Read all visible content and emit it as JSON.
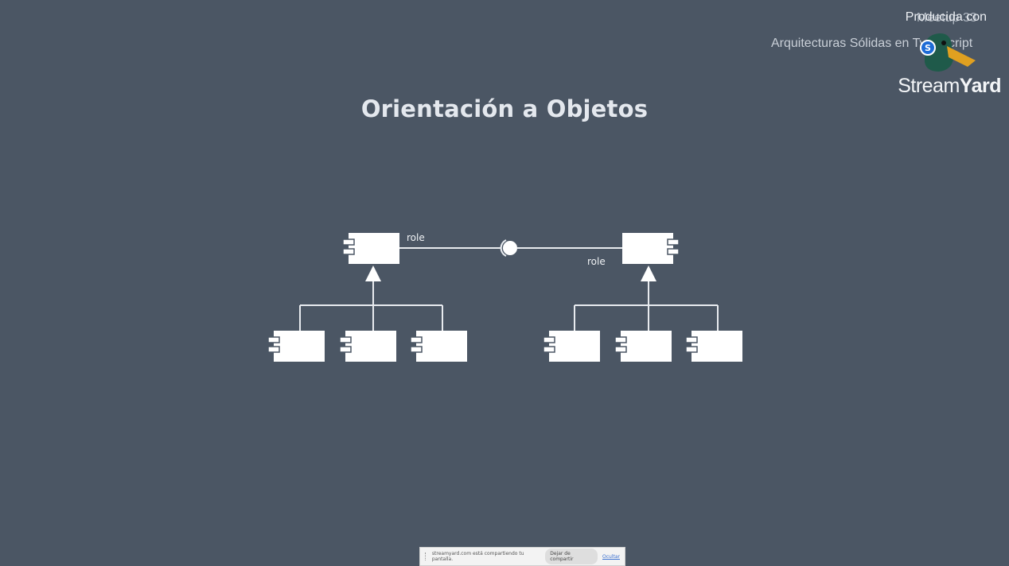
{
  "slide": {
    "title": "Orientación a Objetos"
  },
  "diagram": {
    "role_labels": [
      "role",
      "role"
    ]
  },
  "overlay": {
    "produced_with": "Producida con",
    "caption_partial_top": "Meetup 33",
    "caption_line": "Arquitecturas Sólidas en TypeScript",
    "brand_light": "Stream",
    "brand_bold": "Yard"
  },
  "share_bar": {
    "message": "streamyard.com está compartiendo tu pantalla.",
    "stop_label": "Dejar de compartir",
    "hide_label": "Ocultar"
  },
  "colors": {
    "background": "#4b5664",
    "diagram_stroke": "#e8ebef",
    "box_fill": "#ffffff"
  }
}
